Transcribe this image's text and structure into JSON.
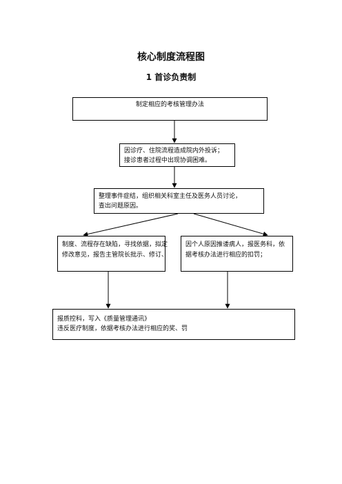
{
  "title": "核心制度流程图",
  "subtitle": "1 首诊负责制",
  "boxes": {
    "assessment": {
      "line1": "制定相应的考核管理办法"
    },
    "complaint": {
      "line1": "因诊疗、住院流程造成院内外投诉；",
      "line2": "接诊患者过程中出现协调困难。"
    },
    "summary": {
      "line1": "整理事件症结，组织相关科室主任及医务人员讨论，",
      "line2": "查出问题原因。"
    },
    "system_fix": {
      "line1": "制度、流程存在缺陷，寻找依据，拟定",
      "line2": "修改意见，报告主管院长批示、修订、"
    },
    "personal": {
      "line1": "因个人原因推诿病人，报医务科，依",
      "line2": "据考核办法进行相应的扣罚；"
    },
    "report": {
      "line1": "报质控科，写入《质量管理通讯》",
      "line2": "违反医疗制度，依据考核办法进行相应的奖、罚"
    }
  }
}
